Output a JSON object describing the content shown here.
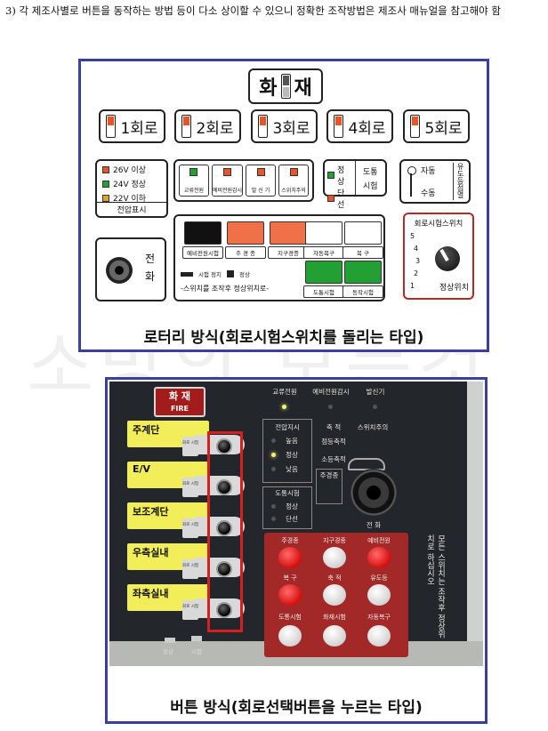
{
  "note": "3) 각 제조사별로 버튼을 동작하는 방법 등이 다소 상이할 수 있으니 정확한 조작방법은 제조사 매뉴얼을 참고해야 함",
  "rotary_panel": {
    "fire_title": [
      "화",
      "재"
    ],
    "circuits": [
      "1회로",
      "2회로",
      "3회로",
      "4회로",
      "5회로"
    ],
    "voltage": {
      "items": [
        {
          "label": "26V 이상",
          "color": "#e8542a"
        },
        {
          "label": "24V 정상",
          "color": "#22a034"
        },
        {
          "label": "22V 이하",
          "color": "#e6a033"
        }
      ],
      "footer": "전압표시"
    },
    "lamps": [
      {
        "label": "교류전원",
        "color": "#22a034"
      },
      {
        "label": "예비전원감시",
        "color": "#e8542a"
      },
      {
        "label": "발 신 기",
        "color": "#e8542a"
      },
      {
        "label": "스위치주의",
        "color": "#e8542a"
      }
    ],
    "status": {
      "left": [
        {
          "label": "정상",
          "color": "#22a034"
        },
        {
          "label": "단선",
          "color": "#e8542a"
        }
      ],
      "right": [
        "도통",
        "시험"
      ]
    },
    "mode": {
      "auto": "자동",
      "manual": "수동",
      "side": "유도등점멸"
    },
    "buttons": [
      {
        "label": "예비전원시험",
        "color": "#111111"
      },
      {
        "label": "주 경 종",
        "color": "#f07048"
      },
      {
        "label": "지구경종",
        "color": "#f07048"
      },
      {
        "label": "자동복구",
        "color": "#ffffff"
      },
      {
        "label": "복 구",
        "color": "#ffffff"
      },
      {
        "label": "도통시험",
        "color": "#22a034"
      },
      {
        "label": "동작시험",
        "color": "#22a034"
      }
    ],
    "legend": {
      "stop": "시험 정지",
      "normal": "정상",
      "note": "-스위치를 조작후 정상위치로-"
    },
    "phone": [
      "전",
      "화"
    ],
    "rotary": {
      "title": "회로시험스위치",
      "positions": [
        "5",
        "4",
        "3",
        "2",
        "1"
      ],
      "normal": "정상위치"
    }
  },
  "caption_rotary": "로터리 방식(회로시험스위치를 돌리는 타입)",
  "button_panel": {
    "fire_sign": {
      "title": "화 재",
      "sub": "FIRE"
    },
    "zones": [
      "주계단",
      "E/V",
      "보조계단",
      "우측실내",
      "좌측실내"
    ],
    "chip_text": "회로 시험",
    "bottom_labels": [
      "정상",
      "시험"
    ],
    "top_labels": [
      "교류전원",
      "예비전원감시",
      "발신기"
    ],
    "voltage_title": "전압지시",
    "voltage_items": [
      "높음",
      "정상",
      "낮음"
    ],
    "fault_labels": [
      "축 적",
      "스위치주의"
    ],
    "fault_items": [
      "점등축적",
      "소등축적"
    ],
    "continuity_title": "도통시험",
    "continuity_items": [
      "정상",
      "단선"
    ],
    "main_bell": "주경종",
    "phone": "전 화",
    "red_buttons": [
      {
        "label": "주경종",
        "color": "red"
      },
      {
        "label": "지구경종",
        "color": "white"
      },
      {
        "label": "예비전원",
        "color": "red"
      },
      {
        "label": "복 구",
        "color": "red"
      },
      {
        "label": "축 적",
        "color": "white"
      },
      {
        "label": "유도등",
        "color": "white"
      },
      {
        "label": "도통시험",
        "color": "white"
      },
      {
        "label": "화재시험",
        "color": "white"
      },
      {
        "label": "자동복구",
        "color": "white"
      }
    ],
    "vertical_text": "모든 스위치는 조작후 정상위치로 하십시오"
  },
  "caption_button": "버튼 방식(회로선택버튼을 누르는 타입)",
  "watermark": "소방의 모든것"
}
